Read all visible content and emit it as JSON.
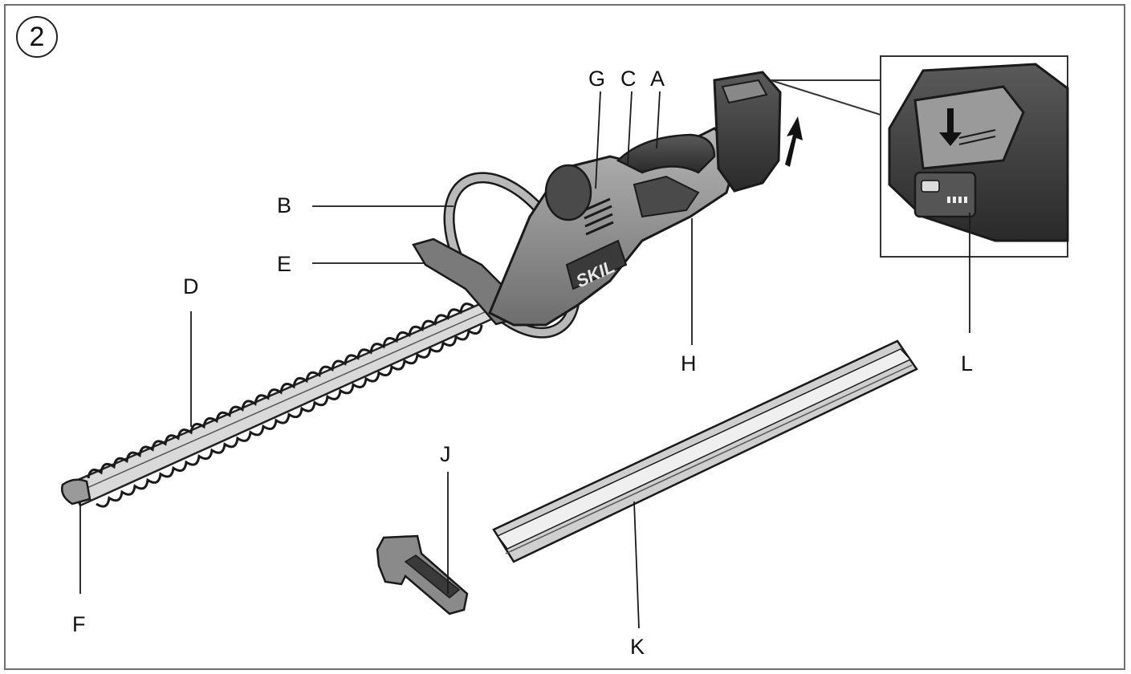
{
  "figure": {
    "number": "2"
  },
  "brand": {
    "logo_text": "SKIL",
    "colors": {
      "line": "#1a1a1a",
      "tool_body": "#8c8c8c",
      "tool_dark": "#3c3c3c",
      "tool_light": "#c9c9c9",
      "frame": "#6f6f6f"
    }
  },
  "callouts": {
    "A": "A",
    "B": "B",
    "C": "C",
    "D": "D",
    "E": "E",
    "F": "F",
    "G": "G",
    "H": "H",
    "J": "J",
    "K": "K",
    "L": "L"
  }
}
